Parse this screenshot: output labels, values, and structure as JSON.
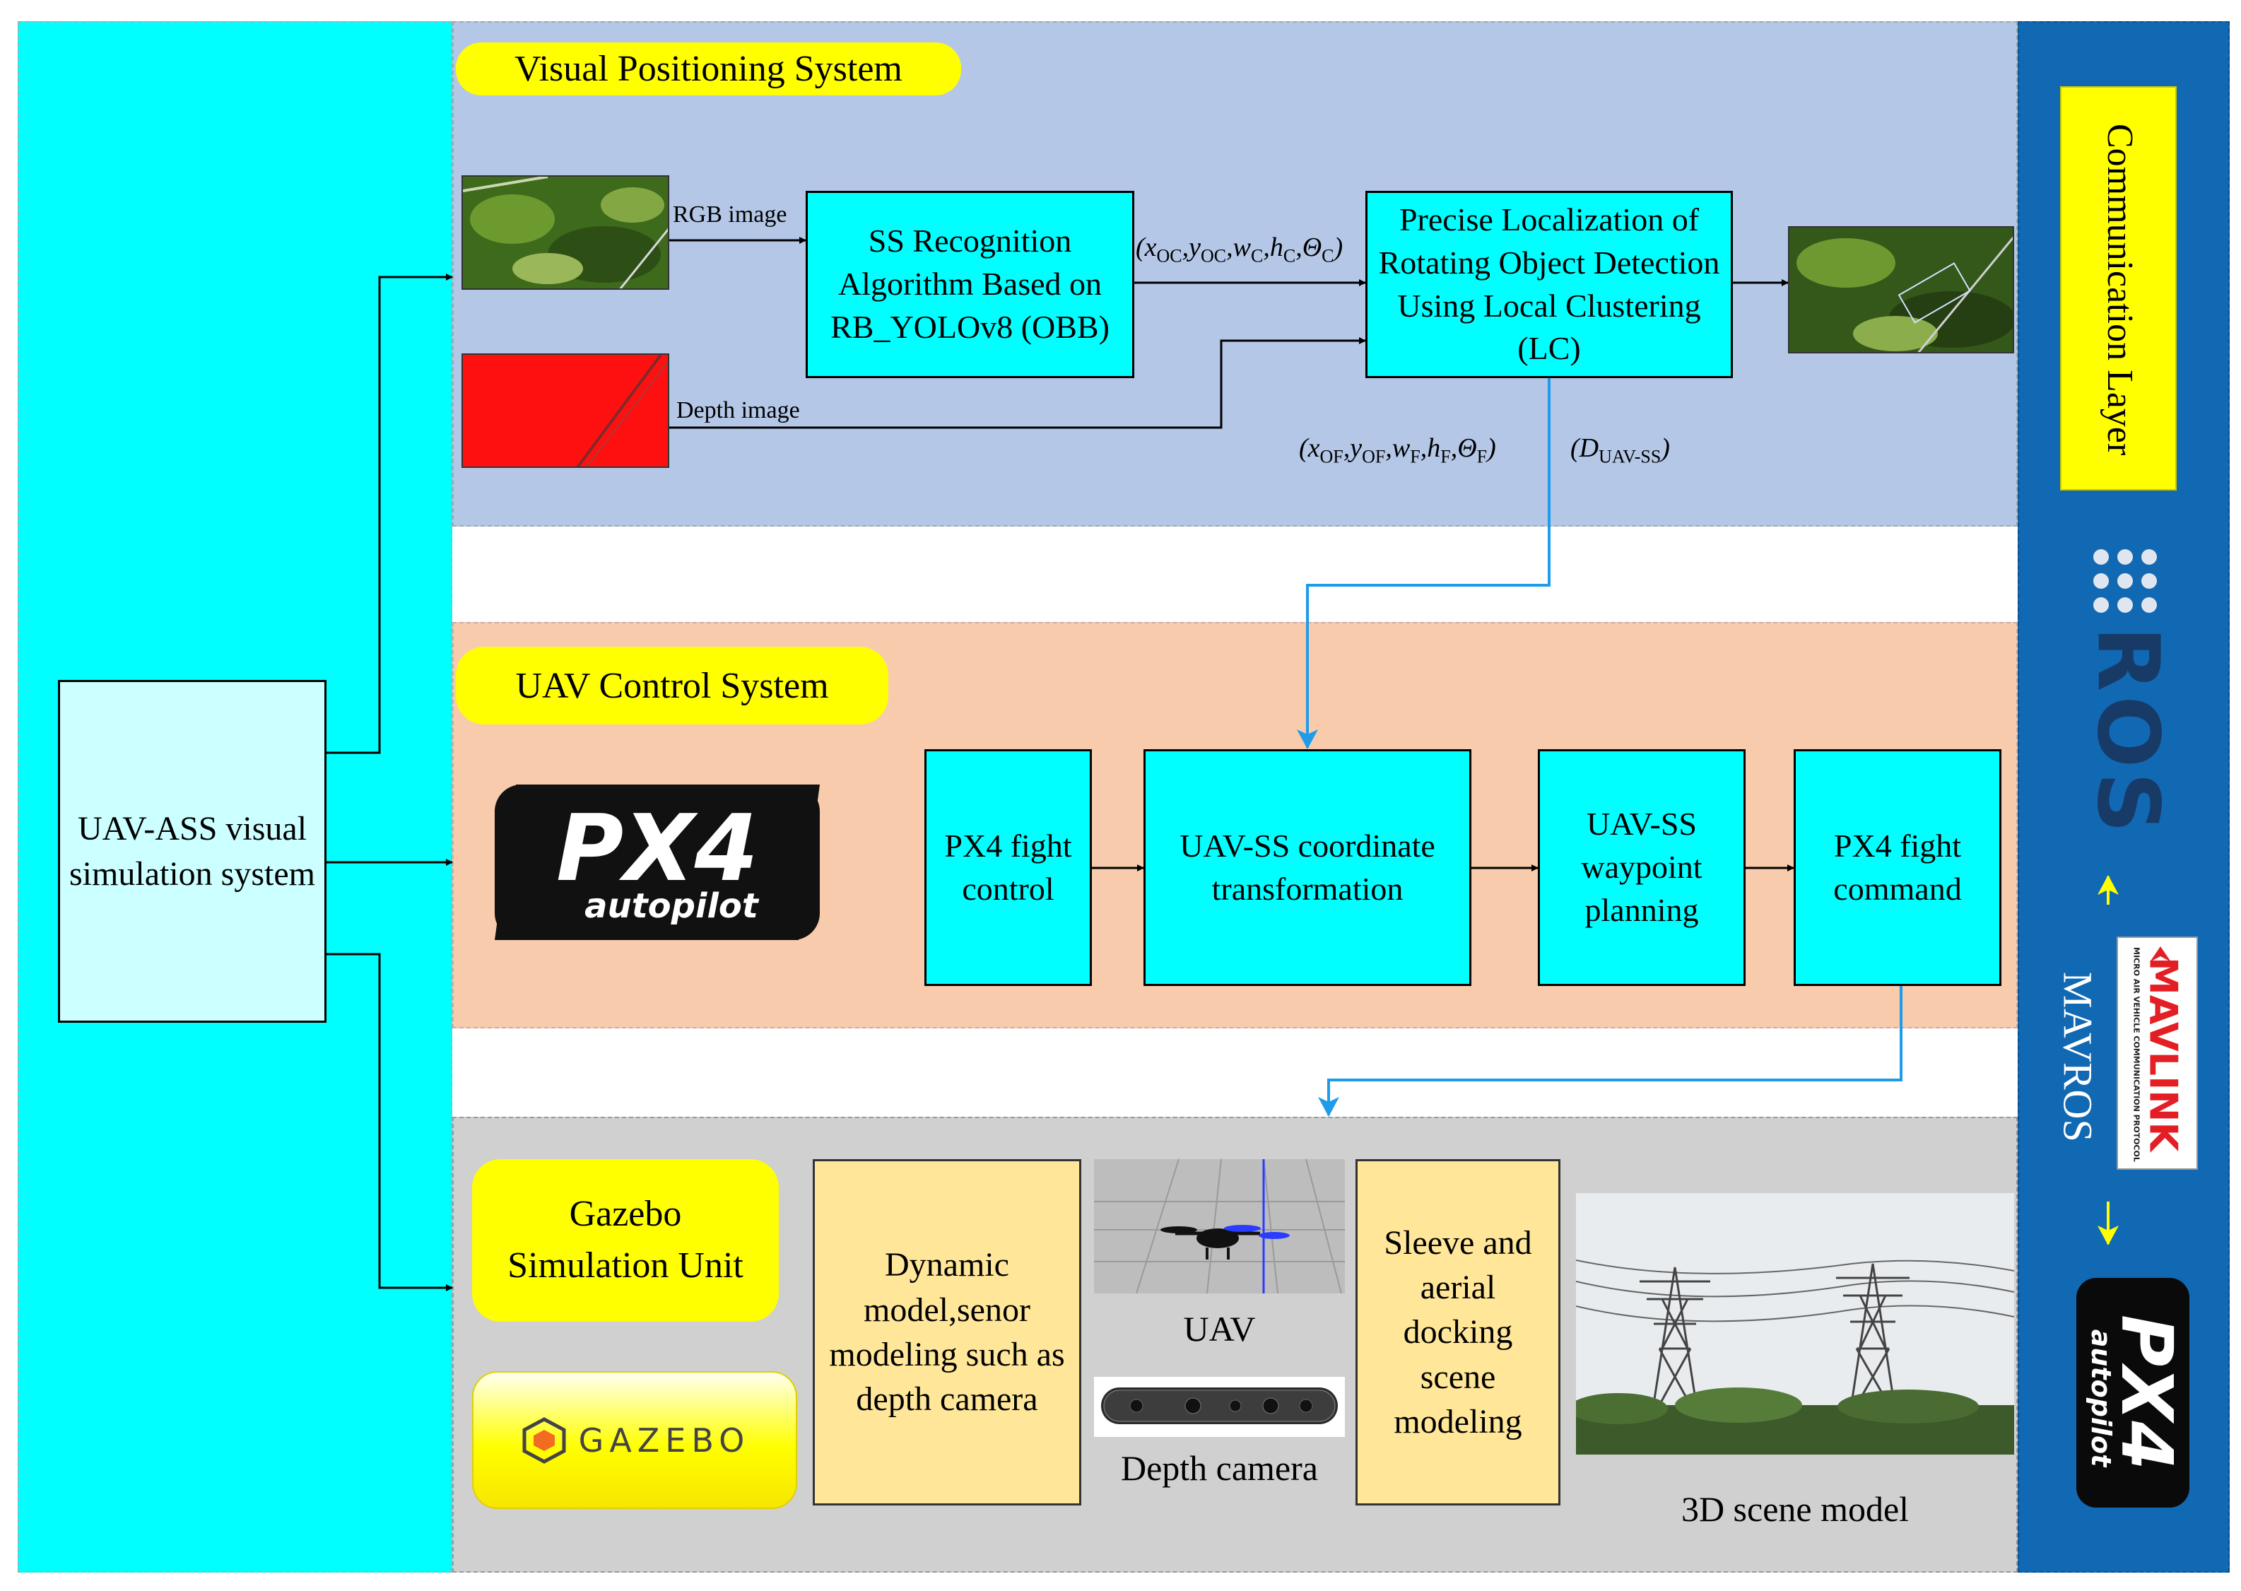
{
  "colors": {
    "left_panel": "#00ffff",
    "visual_bg": "#b4c7e7",
    "control_bg": "#f8cbad",
    "gazebo_bg": "#d0d0d0",
    "comm_bar": "#1168b3",
    "highlight": "#ffff00",
    "arrow_blue": "#1e9be9"
  },
  "main_system": {
    "label": "UAV-ASS visual simulation system"
  },
  "visual_positioning": {
    "title": "Visual Positioning System",
    "rgb_label": "RGB image",
    "depth_label": "Depth image",
    "ss_recognition": "SS Recognition Algorithm Based on RB_YOLOv8 (OBB)",
    "precise_localization": "Precise Localization of Rotating Object Detection Using Local Clustering (LC)",
    "coarse_output": {
      "vars": [
        {
          "v": "x",
          "s": "OC"
        },
        {
          "v": "y",
          "s": "OC"
        },
        {
          "v": "w",
          "s": "C"
        },
        {
          "v": "h",
          "s": "C"
        },
        {
          "v": "Θ",
          "s": "C"
        }
      ]
    },
    "fine_output": {
      "vars": [
        {
          "v": "x",
          "s": "OF"
        },
        {
          "v": "y",
          "s": "OF"
        },
        {
          "v": "w",
          "s": "F"
        },
        {
          "v": "h",
          "s": "F"
        },
        {
          "v": "Θ",
          "s": "F"
        }
      ]
    },
    "distance_output": {
      "v": "D",
      "s": "UAV-SS"
    }
  },
  "uav_control": {
    "title": "UAV Control System",
    "px4_logo": {
      "main": "PX4",
      "sub": "autopilot"
    },
    "boxes": [
      "PX4 fight control",
      "UAV-SS coordinate transformation",
      "UAV-SS waypoint planning",
      "PX4 fight command"
    ]
  },
  "gazebo": {
    "unit_label": "Gazebo Simulation Unit",
    "logo_text": "GAZEBO",
    "dynamic_model": "Dynamic model,senor modeling such as depth camera",
    "uav_caption": "UAV",
    "depth_camera_caption": "Depth camera",
    "sleeve_model": "Sleeve and aerial docking scene modeling",
    "scene_caption": "3D scene model"
  },
  "communication": {
    "layer_label": "Communication Layer",
    "ros_label": "ROS",
    "mavros_label": "MAVROS",
    "mavlink_label": "MAVLINK",
    "mavlink_sub": "MICRO AIR VEHICLE COMMUNICATION PROTOCOL",
    "px4_logo": {
      "main": "PX4",
      "sub": "autopilot"
    }
  }
}
